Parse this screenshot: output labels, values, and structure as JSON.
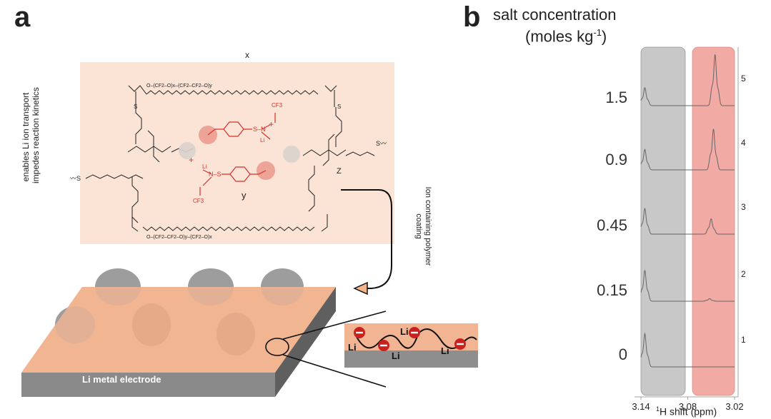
{
  "panel_a": {
    "letter": "a",
    "side_label_line1": "enables Li ion transport",
    "side_label_line2": "impedes reaction kinetics",
    "repeat_x_top": "x",
    "repeat_y_mid": "y",
    "z_label": "Z",
    "chem_labels": {
      "cf3": "CF3",
      "s": "S",
      "n": "N",
      "li": "Li",
      "o": "O",
      "plus": "+",
      "chain_top": "O–(CF2–O)x–(CF2–CF2–O)y",
      "chain_bottom": "O–(CF2–CF2–O)y–(CF2–O)x"
    },
    "coating_label_line1": "Ion containing polymer",
    "coating_label_line2": "coating",
    "electrode_label": "Li metal electrode",
    "inset_li_label": "Li",
    "inset_li_count": 4,
    "inset_anion_count": 4
  },
  "panel_b": {
    "letter": "b",
    "title_line1": "salt concentration",
    "title_line2": "(moles kg",
    "title_line2_sup": "-1",
    "title_line2_end": ")",
    "conc_labels": [
      "1.5",
      "0.9",
      "0.45",
      "0.15",
      "0"
    ],
    "trace_labels": [
      "5",
      "4",
      "3",
      "2",
      "1"
    ],
    "x_ticks": [
      "3.14",
      "3.08",
      "3.02"
    ],
    "xlabel_sup": "1",
    "xlabel": "H shift (ppm)",
    "colors": {
      "grey_region": "#c8c8c8",
      "red_region": "#f2aaa5",
      "trace": "#666666"
    }
  },
  "chart_data": {
    "type": "line",
    "title": "",
    "xlabel": "1H shift (ppm)",
    "x_ticks": [
      3.14,
      3.08,
      3.02
    ],
    "x_reversed": true,
    "series": [
      {
        "name": "5",
        "concentration": "1.5",
        "peaks": [
          {
            "x": 3.135,
            "height": 0.35
          },
          {
            "x": 3.045,
            "height": 1.0
          }
        ]
      },
      {
        "name": "4",
        "concentration": "0.9",
        "peaks": [
          {
            "x": 3.135,
            "height": 0.4
          },
          {
            "x": 3.047,
            "height": 0.8
          }
        ]
      },
      {
        "name": "3",
        "concentration": "0.45",
        "peaks": [
          {
            "x": 3.135,
            "height": 0.5
          },
          {
            "x": 3.05,
            "height": 0.3
          }
        ]
      },
      {
        "name": "2",
        "concentration": "0.15",
        "peaks": [
          {
            "x": 3.135,
            "height": 0.6
          },
          {
            "x": 3.052,
            "height": 0.05
          }
        ]
      },
      {
        "name": "1",
        "concentration": "0",
        "peaks": [
          {
            "x": 3.135,
            "height": 0.65
          }
        ]
      }
    ]
  }
}
